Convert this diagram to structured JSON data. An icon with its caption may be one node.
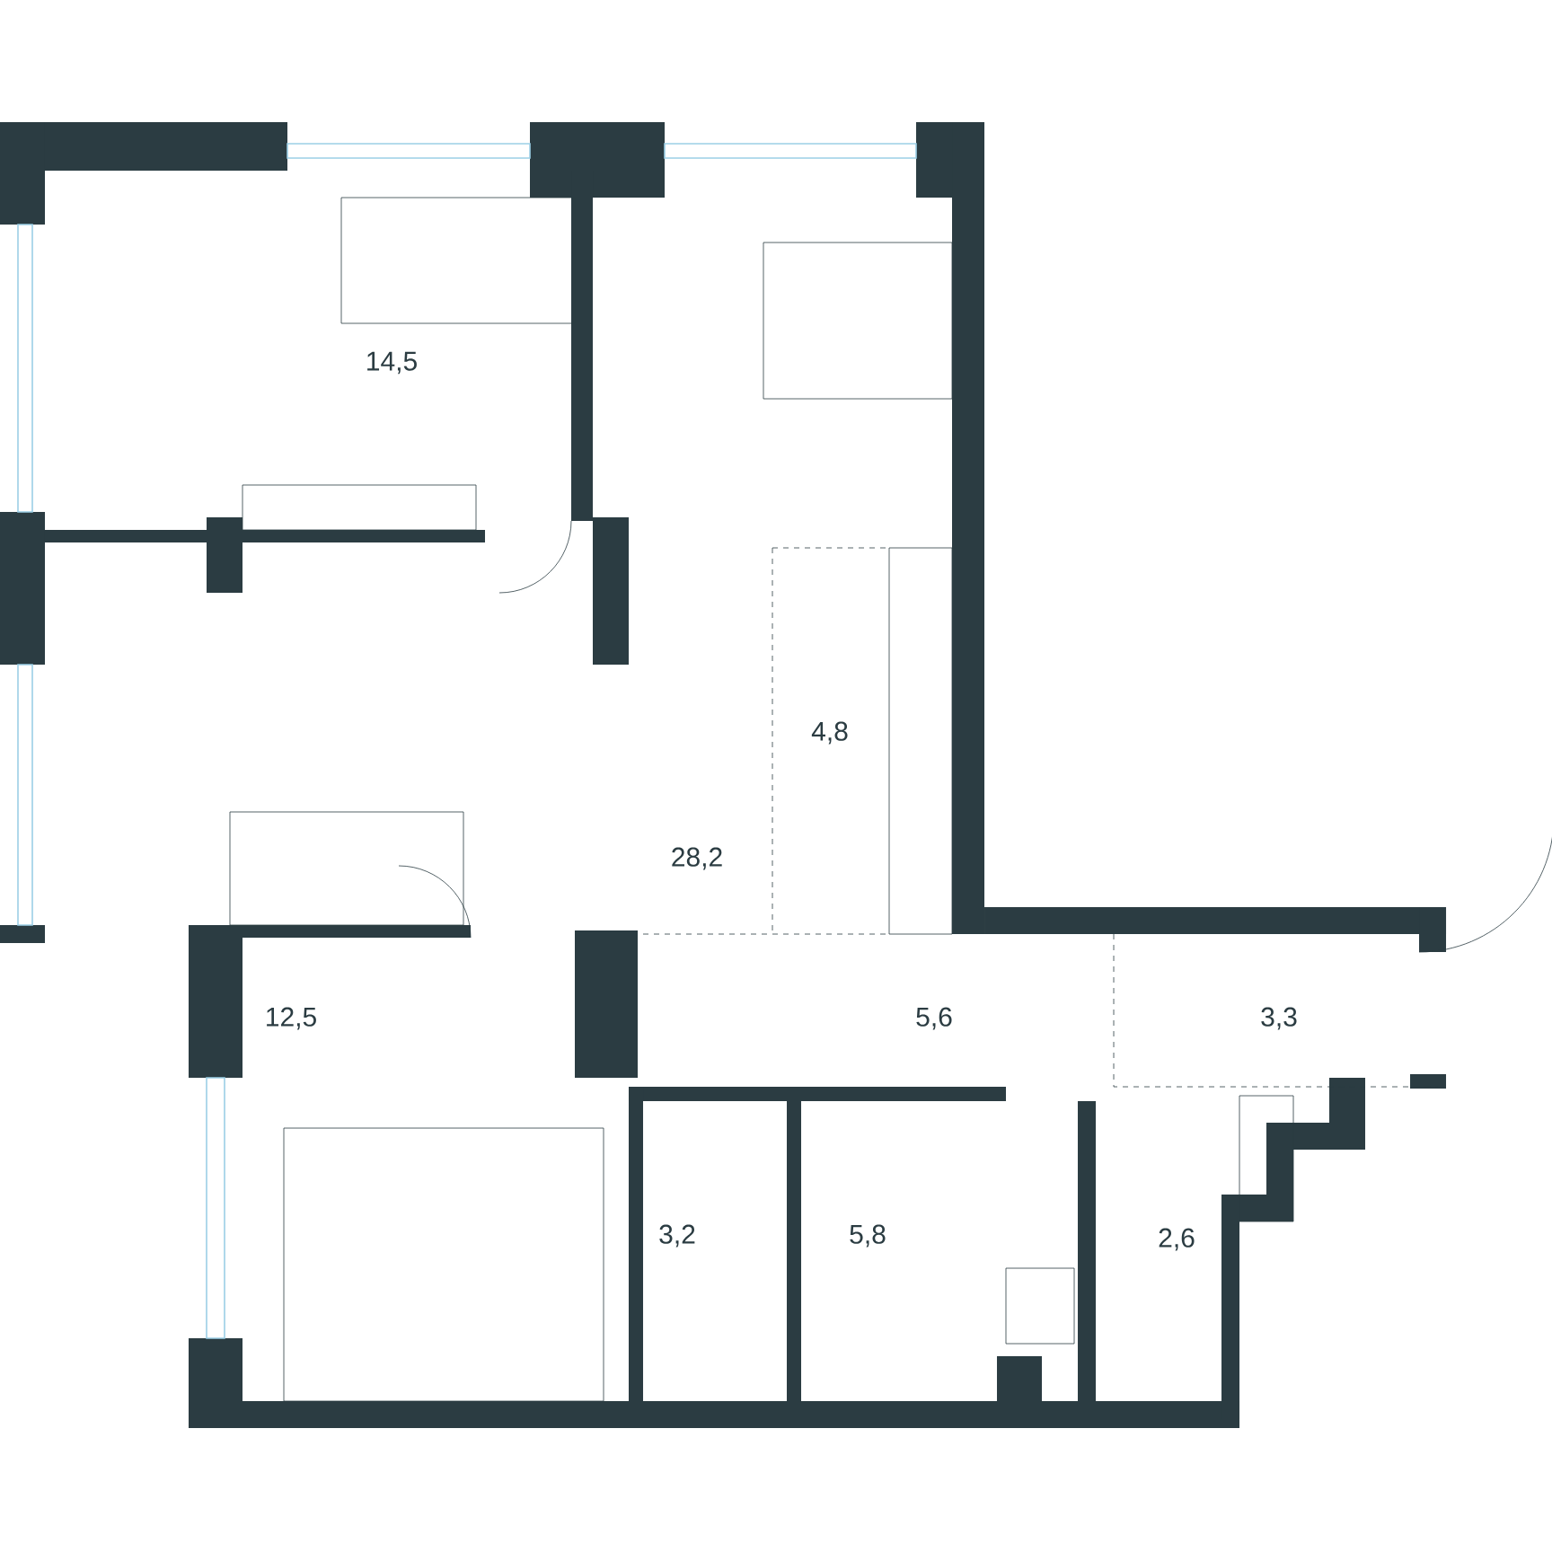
{
  "diagram": {
    "labels": [
      "14,5",
      "28,2",
      "4,8",
      "12,5",
      "5,6",
      "3,3",
      "3,2",
      "5,8",
      "2,6"
    ]
  }
}
